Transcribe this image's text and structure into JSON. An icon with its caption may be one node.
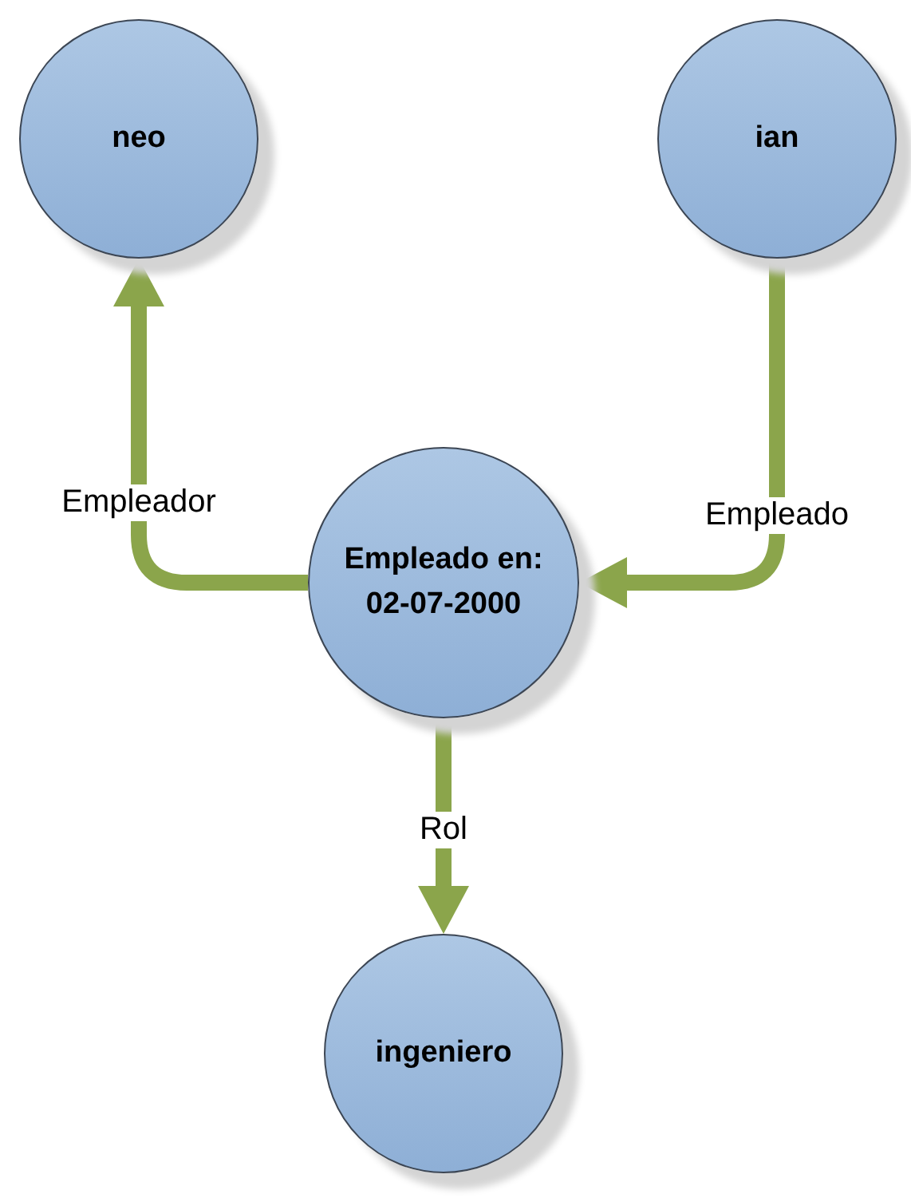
{
  "diagram": {
    "nodes": [
      {
        "text": [
          "neo"
        ]
      },
      {
        "text": [
          "ian"
        ]
      },
      {
        "text": [
          "Empleado en: 02-07-2000"
        ]
      },
      {
        "text": [
          "ingeniero"
        ]
      }
    ],
    "edges": [
      {
        "from": 2,
        "to": 0,
        "arrow": "to",
        "label": "Empleador"
      },
      {
        "from": 1,
        "to": 2,
        "arrow": "to",
        "label": "Empleado"
      },
      {
        "from": 2,
        "to": 3,
        "arrow": "to",
        "label": "Rol"
      }
    ]
  }
}
